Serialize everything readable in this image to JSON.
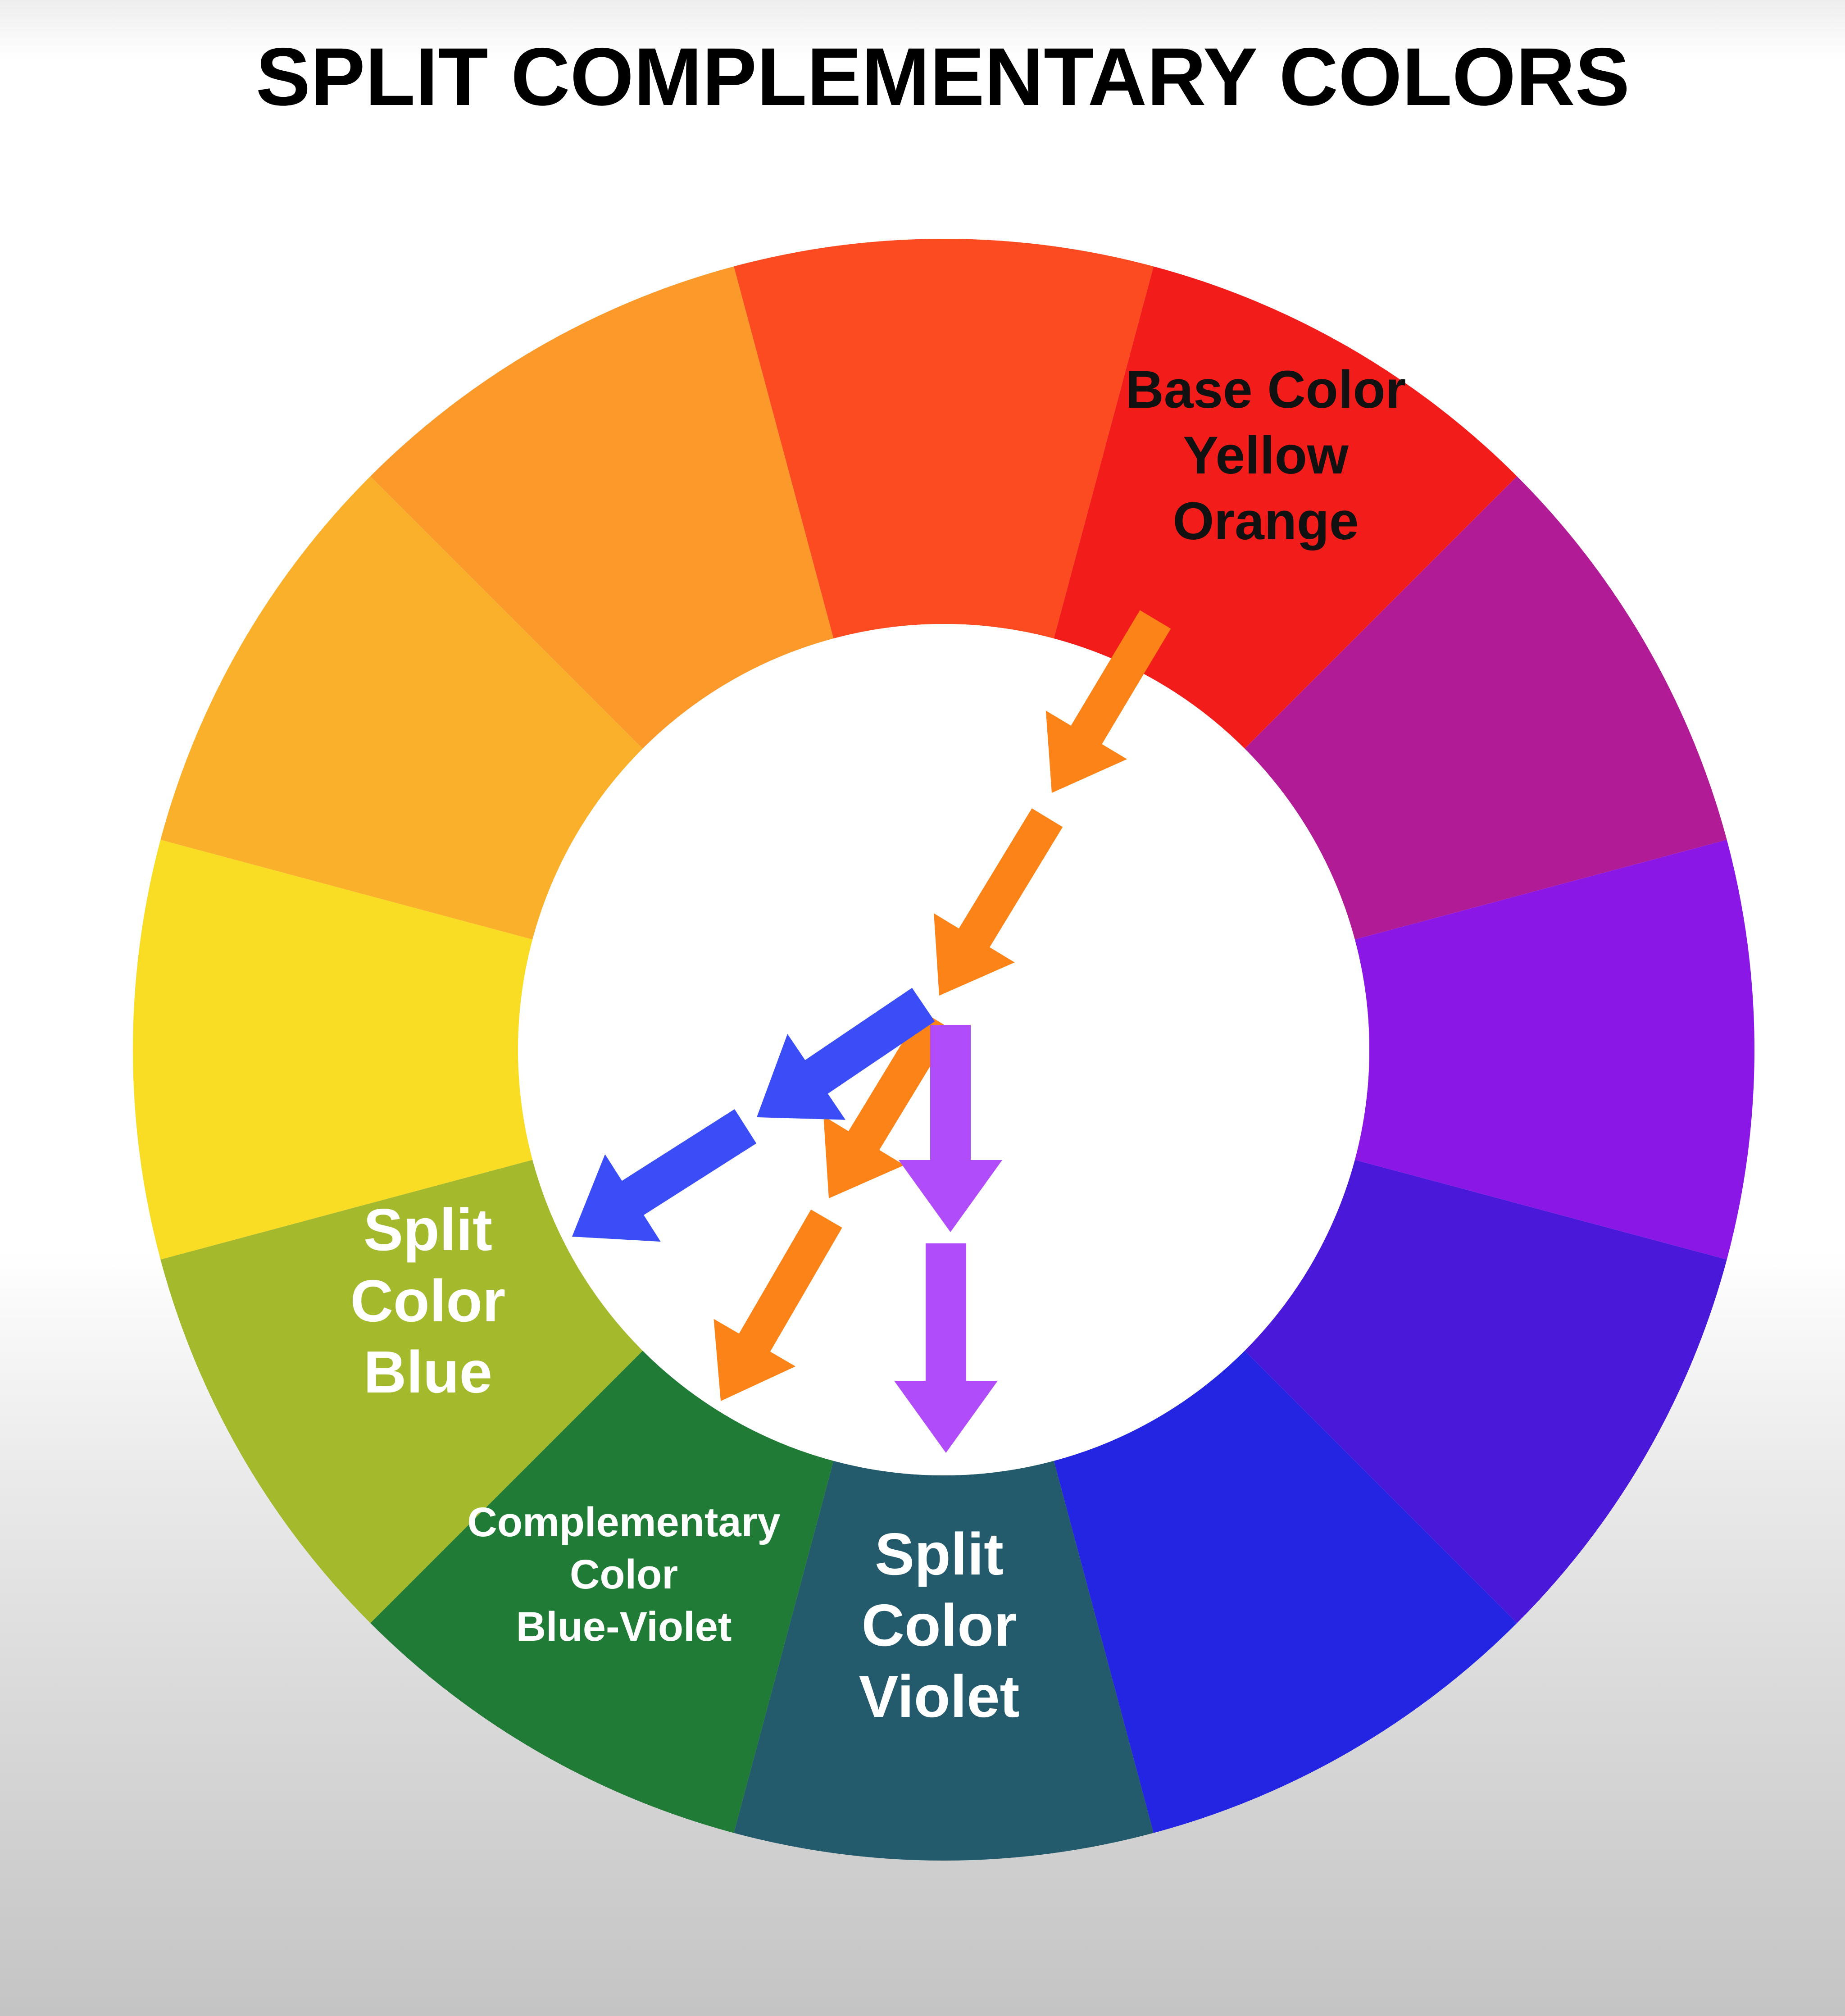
{
  "title": "SPLIT COMPLEMENTARY COLORS",
  "wheel": {
    "segments": [
      {
        "name": "yellow",
        "color": "#f9dc24"
      },
      {
        "name": "yellow-orange",
        "color": "#fbb02c"
      },
      {
        "name": "orange",
        "color": "#fb9a2b"
      },
      {
        "name": "red-orange",
        "color": "#fc4b20"
      },
      {
        "name": "red",
        "color": "#f21d1a"
      },
      {
        "name": "red-violet",
        "color": "#b11b95"
      },
      {
        "name": "violet",
        "color": "#8b17e6"
      },
      {
        "name": "blue-violet",
        "color": "#4a18d9"
      },
      {
        "name": "blue",
        "color": "#2425e2"
      },
      {
        "name": "blue-green",
        "color": "#235b6c"
      },
      {
        "name": "green",
        "color": "#207b36"
      },
      {
        "name": "yellow-green",
        "color": "#a5b92c"
      }
    ]
  },
  "labels": {
    "base": {
      "lines": [
        "Base Color",
        "Yellow",
        "Orange"
      ],
      "color": "#111111"
    },
    "split_blue": {
      "lines": [
        "Split",
        "Color",
        "Blue"
      ],
      "color": "#ffffff"
    },
    "complementary": {
      "lines": [
        "Complementary",
        "Color",
        "Blue-Violet"
      ],
      "color": "#ffffff"
    },
    "split_violet": {
      "lines": [
        "Split",
        "Color",
        "Violet"
      ],
      "color": "#ffffff"
    }
  },
  "arrows": {
    "orange_color": "#fb8318",
    "blue_color": "#3b4df7",
    "violet_color": "#b14cfa"
  }
}
